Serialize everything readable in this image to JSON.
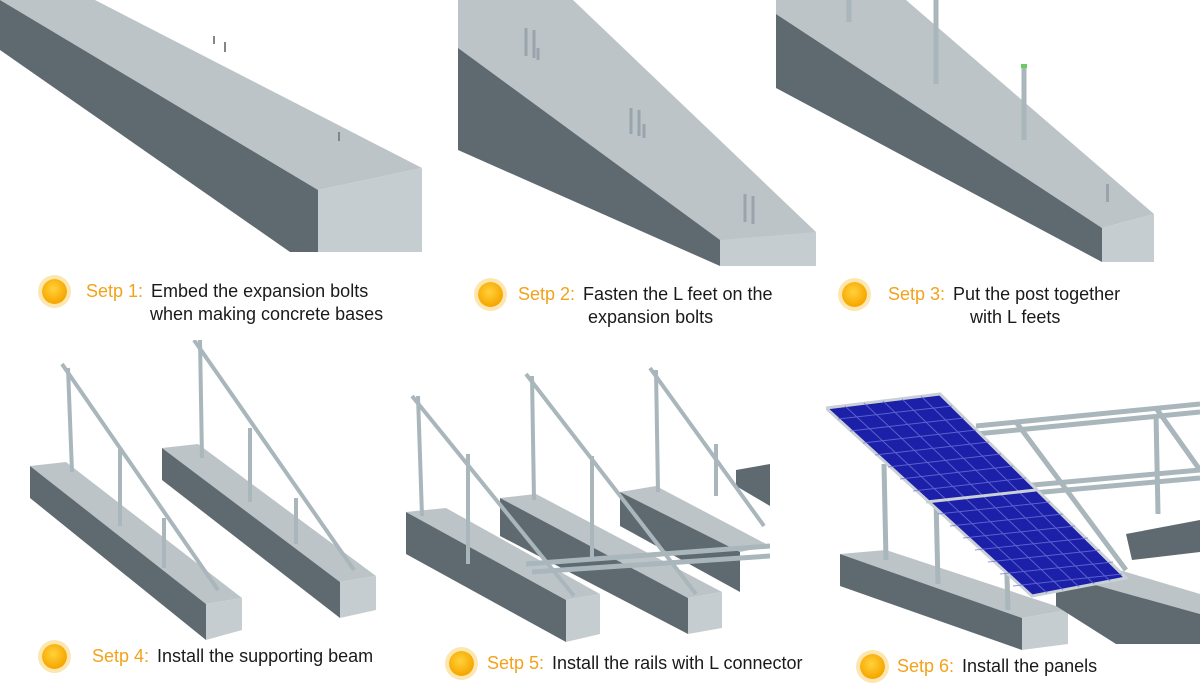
{
  "colors": {
    "accent": "#f2a21b",
    "concrete_top": "#bcc4c8",
    "concrete_side": "#5f6a70",
    "metal": "#a9b6bc",
    "panel": "#1c1fa8"
  },
  "steps": [
    {
      "label": "Setp 1:",
      "line1": "Embed the expansion bolts",
      "line2": "when making concrete bases"
    },
    {
      "label": "Setp 2:",
      "line1": "Fasten the L feet on the",
      "line2": "expansion bolts"
    },
    {
      "label": "Setp 3:",
      "line1": "Put the post together",
      "line2": "with L feets"
    },
    {
      "label": "Setp 4:",
      "line1": "Install the supporting beam"
    },
    {
      "label": "Setp 5:",
      "line1": "Install the rails with L connector"
    },
    {
      "label": "Setp 6:",
      "line1": "Install the panels"
    }
  ]
}
